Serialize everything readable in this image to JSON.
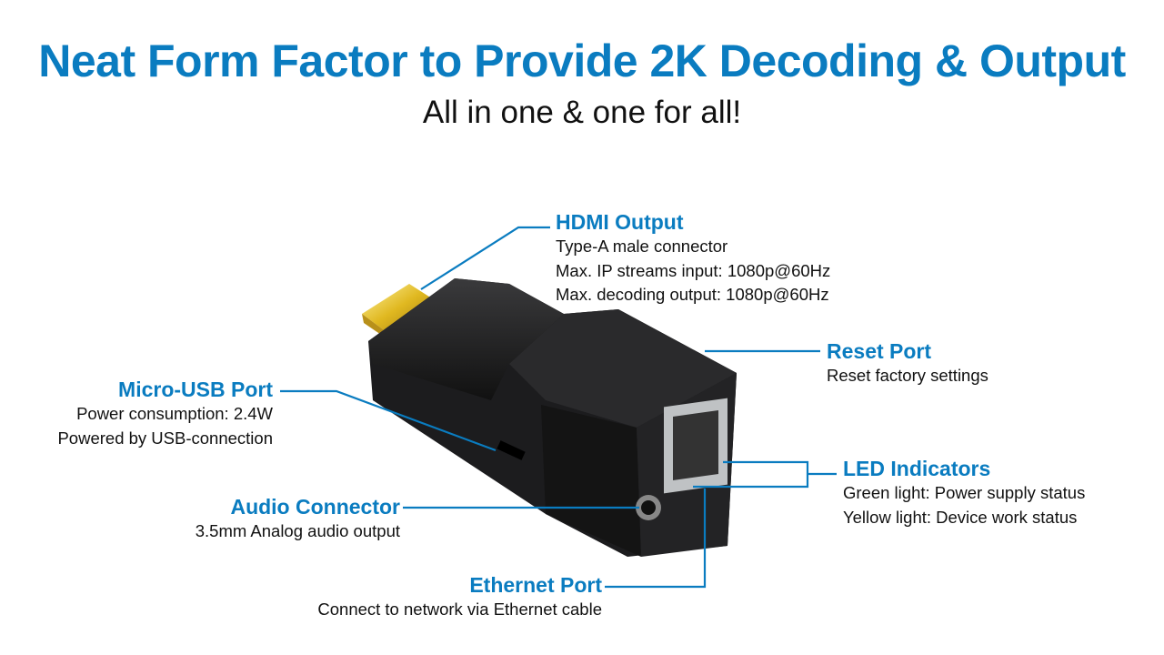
{
  "header": {
    "title": "Neat Form Factor to Provide 2K Decoding & Output",
    "subtitle": "All in one & one for all!"
  },
  "callouts": {
    "hdmi": {
      "title": "HDMI Output",
      "lines": [
        "Type-A male connector",
        "Max. IP streams input: 1080p@60Hz",
        "Max. decoding output: 1080p@60Hz"
      ]
    },
    "reset": {
      "title": "Reset Port",
      "lines": [
        "Reset factory settings"
      ]
    },
    "usb": {
      "title": "Micro-USB Port",
      "lines": [
        "Power consumption: 2.4W",
        "Powered by USB-connection"
      ]
    },
    "audio": {
      "title": "Audio Connector",
      "lines": [
        "3.5mm Analog audio output"
      ]
    },
    "ethernet": {
      "title": "Ethernet Port",
      "lines": [
        "Connect to network via Ethernet cable"
      ]
    },
    "led": {
      "title": "LED Indicators",
      "lines": [
        "Green light: Power supply status",
        "Yellow light: Device work status"
      ]
    }
  },
  "colors": {
    "accent": "#0a7cc0",
    "text": "#111111"
  }
}
